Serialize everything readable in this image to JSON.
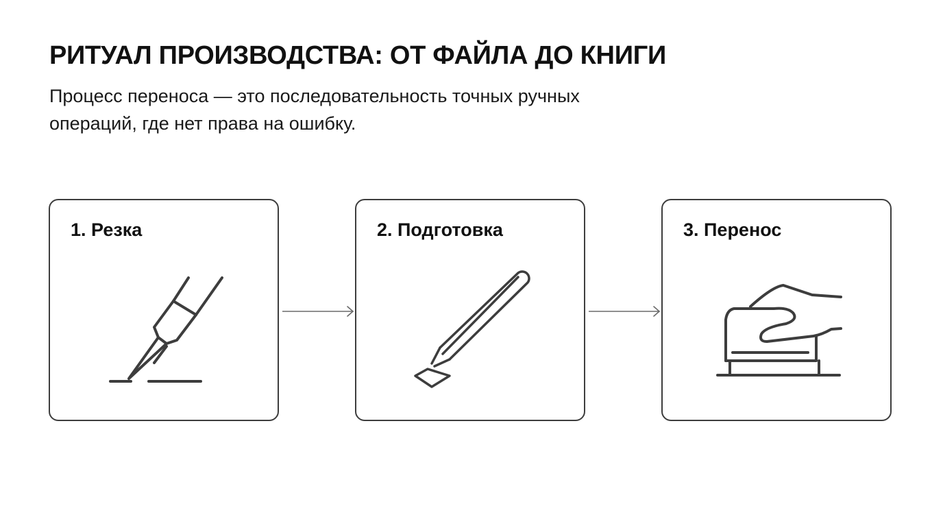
{
  "title": "РИТУАЛ ПРОИЗВОДСТВА: ОТ ФАЙЛА ДО КНИГИ",
  "subtitle": "Процесс переноса — это последовательность точных ручных операций, где нет права на ошибку.",
  "steps": [
    {
      "label": "1. Резка",
      "icon": "craft-knife-icon"
    },
    {
      "label": "2. Подготовка",
      "icon": "tweezers-icon"
    },
    {
      "label": "3. Перенос",
      "icon": "hand-press-icon"
    }
  ],
  "colors": {
    "stroke": "#3d3d3d",
    "text": "#111111",
    "connector": "#6a6a6a"
  }
}
